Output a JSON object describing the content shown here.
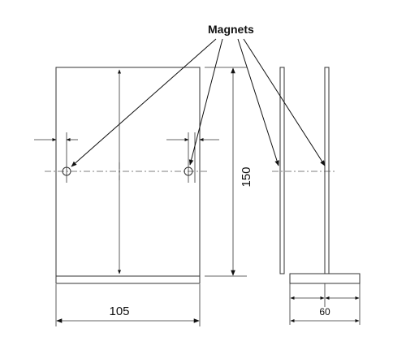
{
  "callout_label": "Magnets",
  "dimensions": {
    "width": "105",
    "height": "150",
    "base_width": "60"
  }
}
